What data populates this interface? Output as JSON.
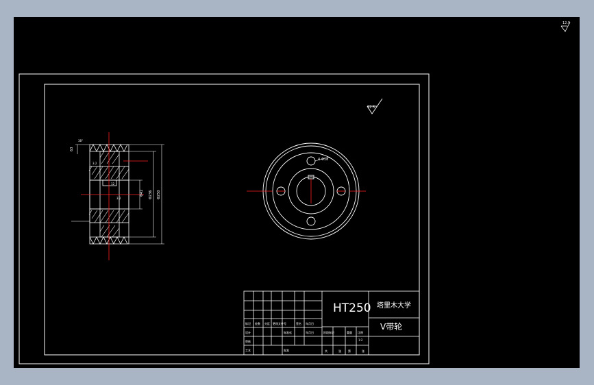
{
  "drawing": {
    "material": "HT250",
    "school": "塔里木大学",
    "part_name": "V带轮",
    "scale": "1:2"
  },
  "title_block": {
    "rows": [
      [
        "标记",
        "处数",
        "分区",
        "更改文件号",
        "签名",
        "年月日"
      ],
      [
        "设计",
        "",
        "",
        "标准化",
        "",
        "年月日"
      ],
      [
        "审核",
        "",
        "",
        "",
        "",
        ""
      ],
      [
        "工艺",
        "",
        "",
        "批准",
        "",
        ""
      ]
    ],
    "stage_headers": [
      "阶段标记",
      "重量",
      "比例"
    ],
    "sheet_text": [
      "共",
      "张",
      "第",
      "张"
    ]
  },
  "annotations": {
    "roughness_corner": "12.5",
    "roughness_general": "12.5",
    "bolt_hole": "4-Φ18",
    "bore": "Φ42",
    "keyway": "12",
    "outer_dia": "Φ250",
    "pitch_dia": "Φ236",
    "hub_width": "63",
    "groove_angle": "38°",
    "roughness_hub_1": "3.2",
    "roughness_hub_2": "3.2"
  },
  "colors": {
    "background": "#000000",
    "line": "#ffffff",
    "centerline": "#ff2020",
    "frame": "#a9b5c4"
  }
}
